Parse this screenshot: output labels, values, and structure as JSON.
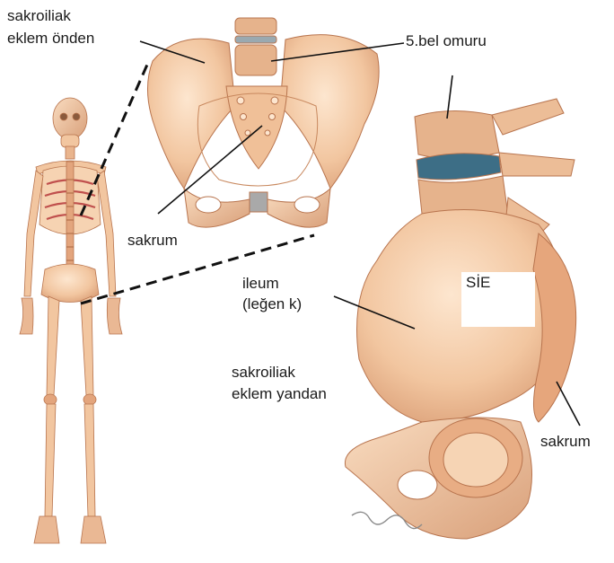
{
  "labels": {
    "sacroiliac_front_line1": "sakroiliak",
    "sacroiliac_front_line2": "eklem önden",
    "l5_vertebra": "5.bel omuru",
    "sacrum_front": "sakrum",
    "ileum_line1": "ileum",
    "ileum_line2": "(leğen k)",
    "sacroiliac_side_line1": "sakroiliak",
    "sacroiliac_side_line2": "eklem yandan",
    "sie": "SİE",
    "sacrum_side": "sakrum"
  },
  "colors": {
    "bone": "#f2c6a0",
    "bone_shadow": "#d99c74",
    "bone_dark": "#b8744e",
    "bone_light": "#fbe2c8",
    "disc": "#3d6e86",
    "ligament": "#a9a9a9",
    "rib_red": "#c0504d"
  }
}
